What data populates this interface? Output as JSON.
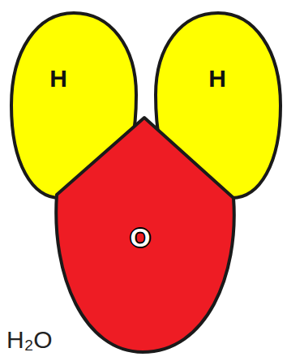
{
  "diagram": {
    "caption": "H₂O",
    "nodes": [
      {
        "text": [
          "H"
        ]
      },
      {
        "text": [
          "H"
        ]
      },
      {
        "text": [
          "O"
        ]
      }
    ]
  }
}
